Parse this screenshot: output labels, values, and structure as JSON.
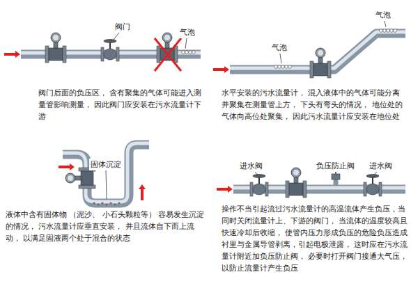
{
  "diagram": {
    "labels": [
      "阀门",
      "气泡",
      "阀门后面的负压区， 含有聚集的气体可能进入测量管影响测量， 因此阀门应安装在污水流量计下游",
      "气泡",
      "气泡",
      "水平安装的污水流量计， 混入液体中的气体可能分离并聚集在测量管上方， 下头有弯头的情况， 地位处的气体向高位处聚集， 因此污水流量计应安装在地位处",
      "固体沉淀",
      "液体中含有固体物 （泥沙、 小石头颗粒等） 容易发生沉淀的情况， 污水流量计应垂直安装， 并且流体自下而上流动， 以满足固液两个处于混合的状态",
      "进水阀",
      "负压防止阀",
      "进水阀",
      "操作不当引起流过污水流量计的高温流体产生负压，当同时关闭流量计上、下游的阀门， 当流体的温度较高且快速冷却后收缩， 使管内压力形成负压的危险负压造成衬里与金属导管剥离，引起电极泄露， 这时应在污水流量计附近加负压防止阀， 必要时打开阀门接通大气压， 以防止流量计产生负压"
    ]
  }
}
